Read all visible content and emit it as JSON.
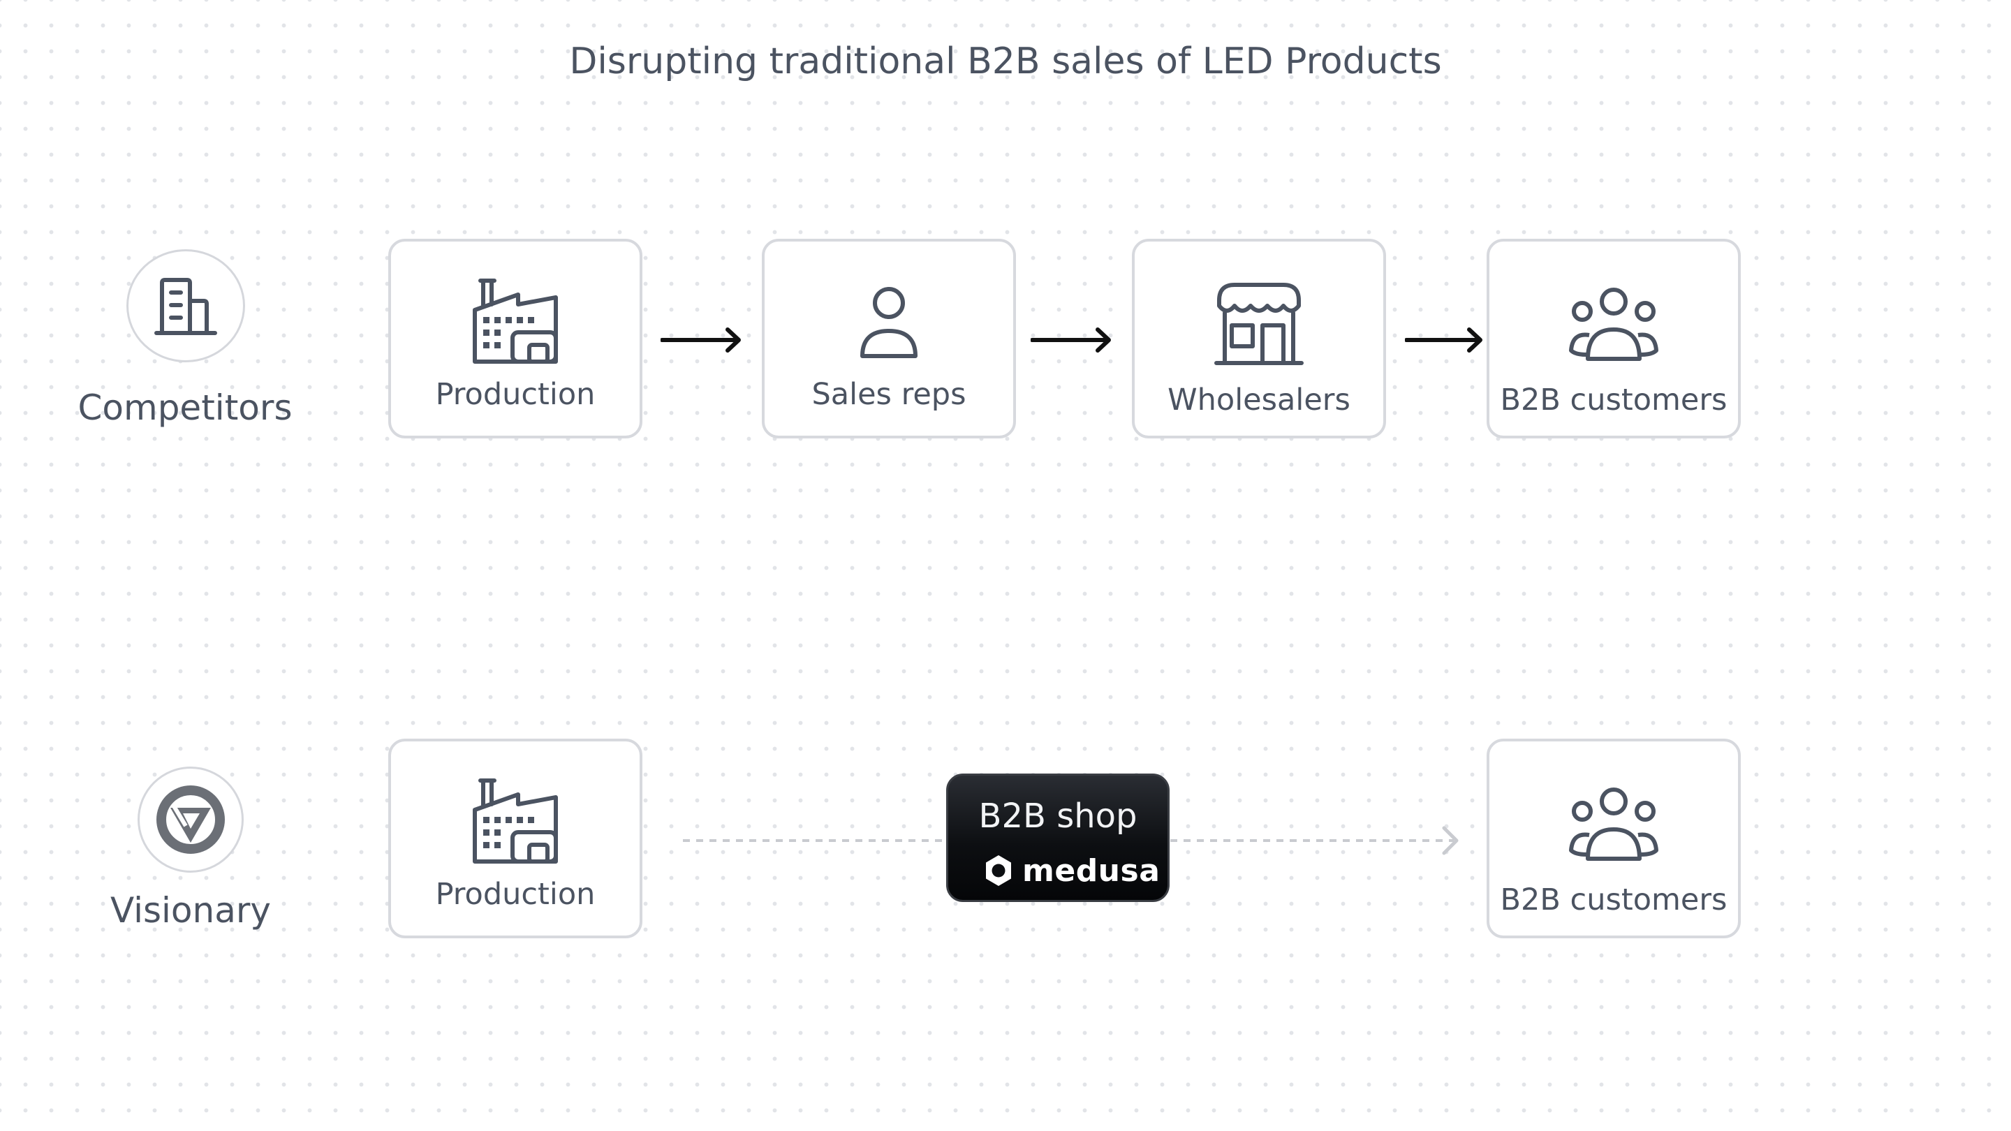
{
  "title": "Disrupting traditional B2B sales of LED Products",
  "rows": {
    "competitors": {
      "label": "Competitors",
      "icon": "building-icon",
      "steps": [
        {
          "label": "Production",
          "icon": "factory-icon"
        },
        {
          "label": "Sales reps",
          "icon": "person-icon"
        },
        {
          "label": "Wholesalers",
          "icon": "storefront-icon"
        },
        {
          "label": "B2B customers",
          "icon": "users-group-icon"
        }
      ]
    },
    "visionary": {
      "label": "Visionary",
      "icon": "visionary-logo-icon",
      "steps": [
        {
          "label": "Production",
          "icon": "factory-icon"
        },
        {
          "label": "B2B customers",
          "icon": "users-group-icon"
        }
      ],
      "shop": {
        "title": "B2B shop",
        "brand": "medusa",
        "brand_icon": "medusa-logo-icon"
      }
    }
  },
  "colors": {
    "text": "#4b5361",
    "card_border": "#d7d9de",
    "arrow": "#111111",
    "dashed_line": "#c9cbd0",
    "shop_background": "#0d0f12"
  }
}
